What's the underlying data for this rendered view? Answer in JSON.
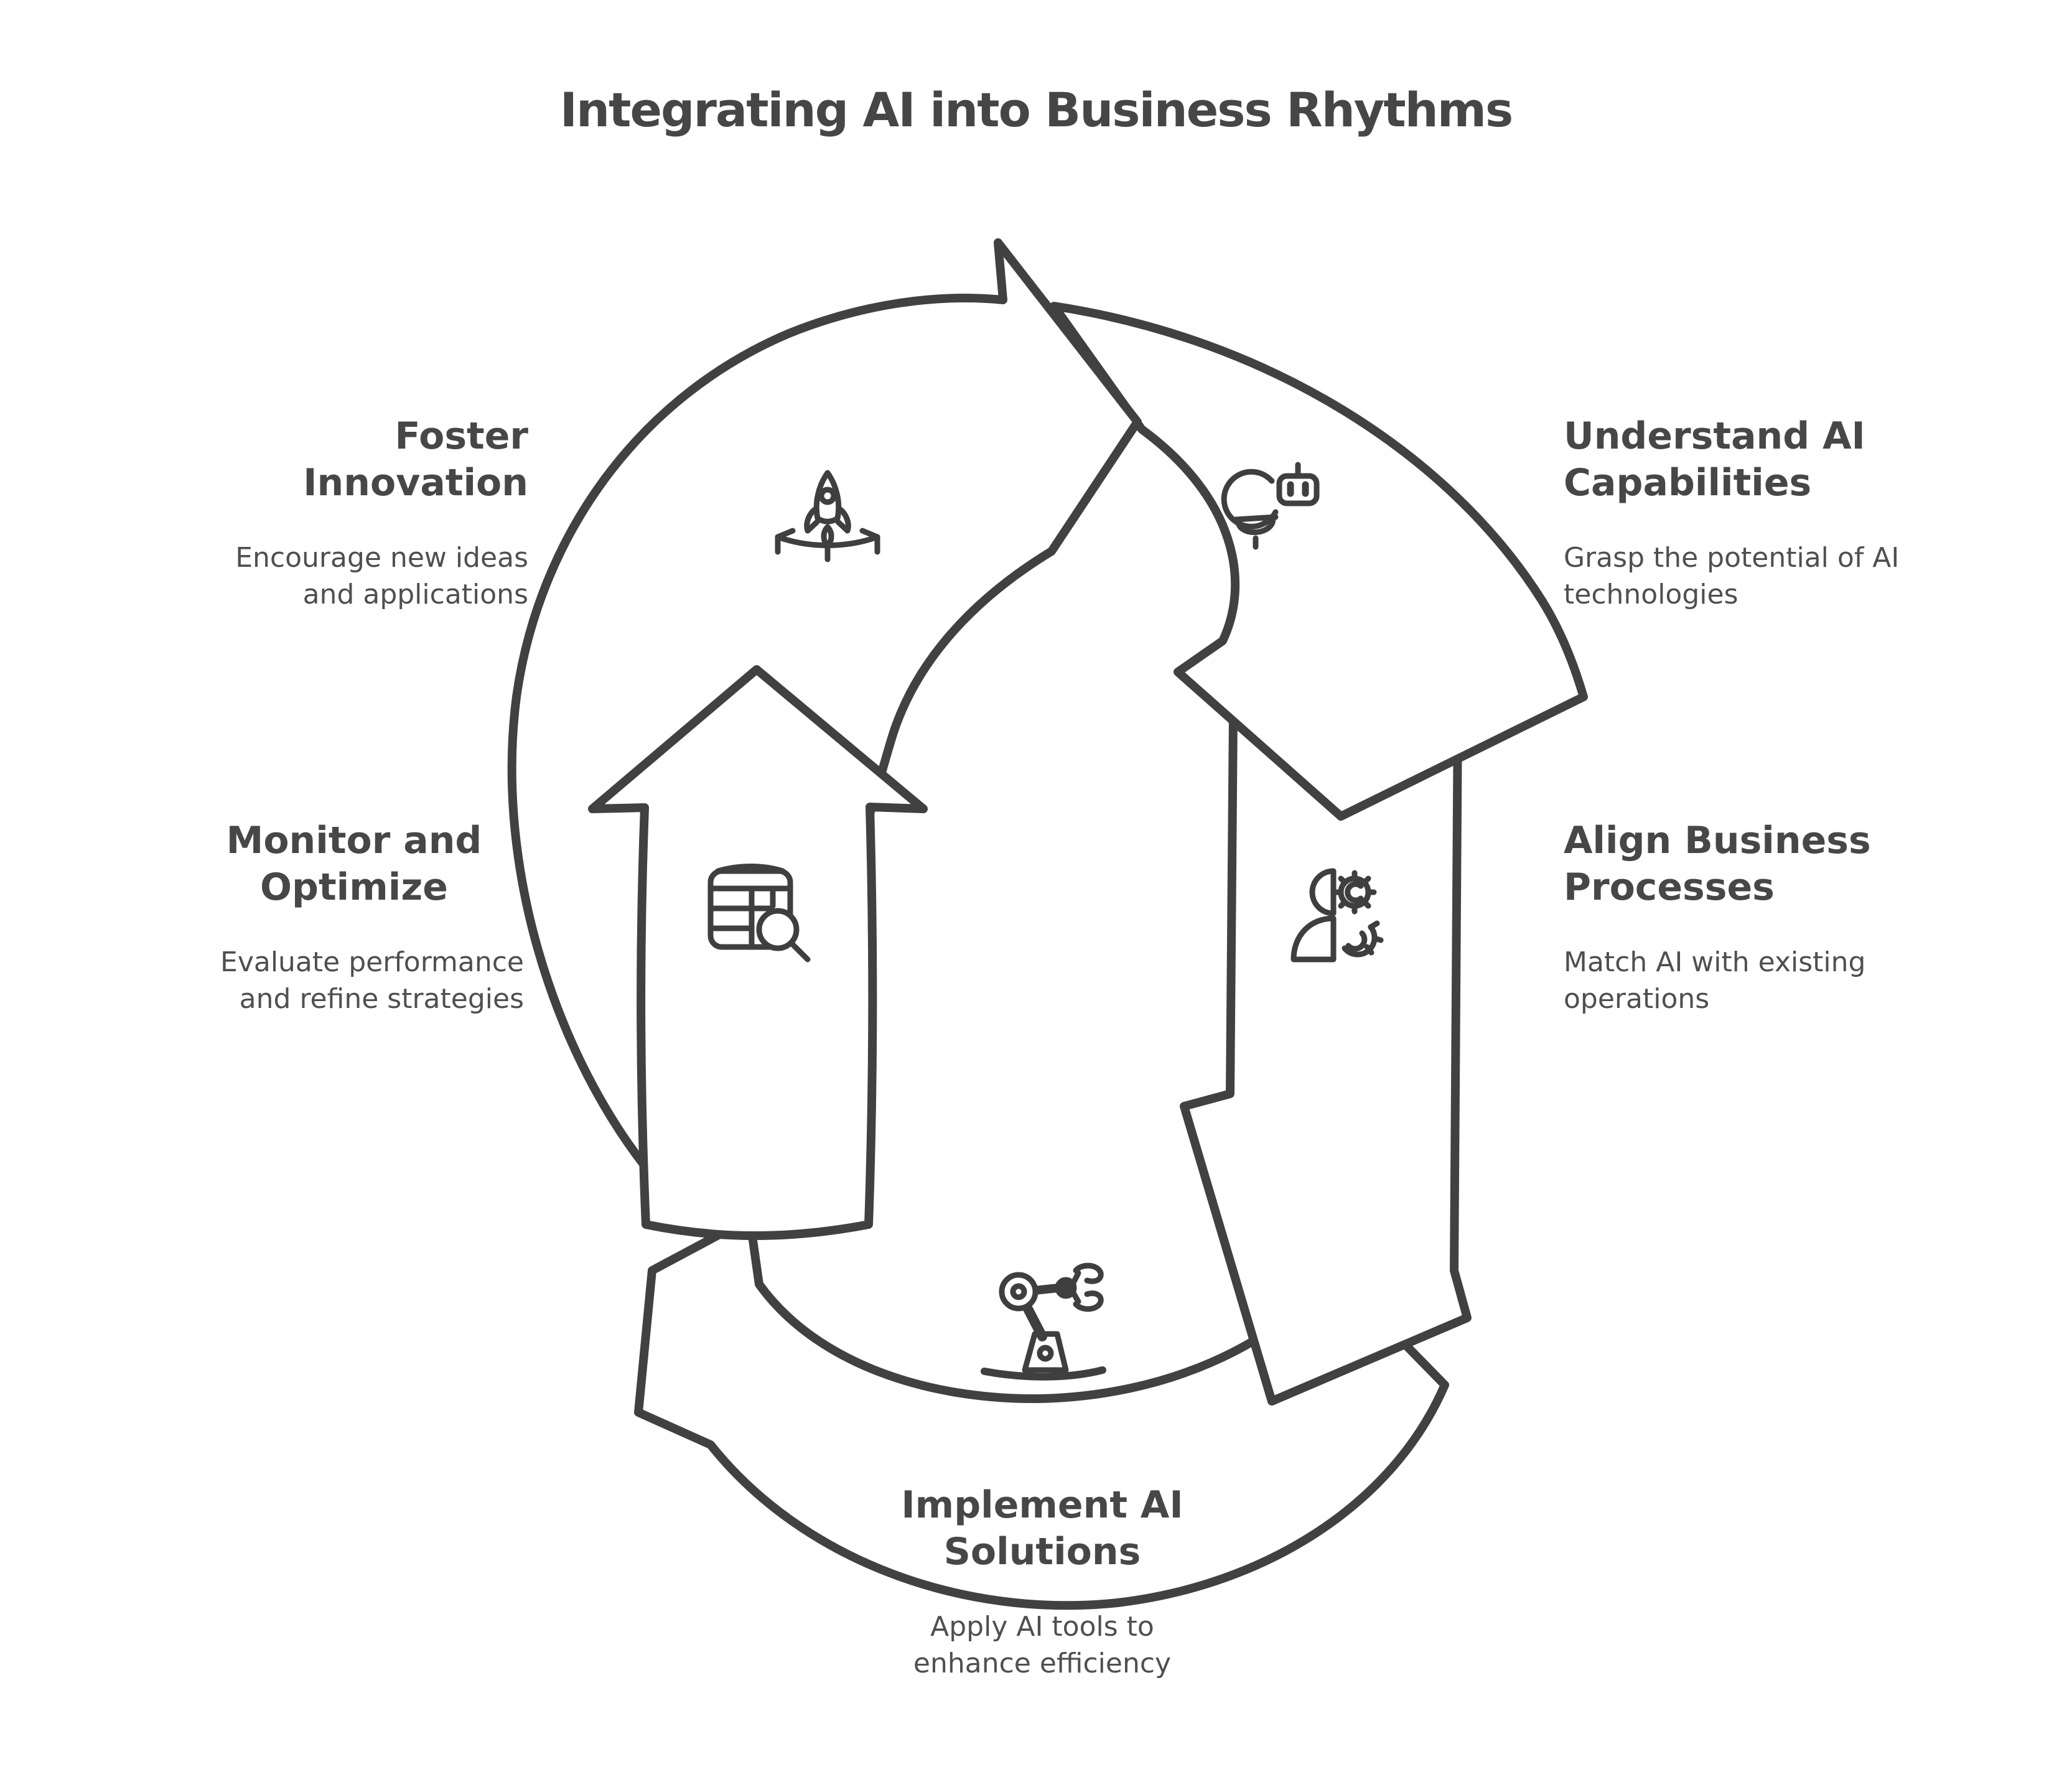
{
  "title": "Integrating AI into Business Rhythms",
  "colors": {
    "ink": "#414141",
    "heading_text": "#474747",
    "body_text": "#4f4f4f",
    "background": "#ffffff"
  },
  "diagram": {
    "type": "cycle",
    "direction": "clockwise",
    "arrow_count": 5
  },
  "steps": [
    {
      "id": "foster-innovation",
      "heading_lines": [
        "Foster",
        "Innovation"
      ],
      "description_lines": [
        "Encourage new ideas",
        "and applications"
      ],
      "icon": "rocket-launch-icon"
    },
    {
      "id": "understand-ai-capabilities",
      "heading_lines": [
        "Understand AI",
        "Capabilities"
      ],
      "description_lines": [
        "Grasp the potential of AI",
        "technologies"
      ],
      "icon": "lightbulb-robot-icon"
    },
    {
      "id": "align-business-processes",
      "heading_lines": [
        "Align Business",
        "Processes"
      ],
      "description_lines": [
        "Match AI with existing",
        "operations"
      ],
      "icon": "person-gear-icon"
    },
    {
      "id": "implement-ai-solutions",
      "heading_lines": [
        "Implement AI",
        "Solutions"
      ],
      "description_lines": [
        "Apply AI tools to",
        "enhance efficiency"
      ],
      "icon": "robot-arm-icon"
    },
    {
      "id": "monitor-and-optimize",
      "heading_lines": [
        "Monitor and",
        "Optimize"
      ],
      "description_lines": [
        "Evaluate performance",
        "and refine strategies"
      ],
      "icon": "table-search-icon"
    }
  ]
}
